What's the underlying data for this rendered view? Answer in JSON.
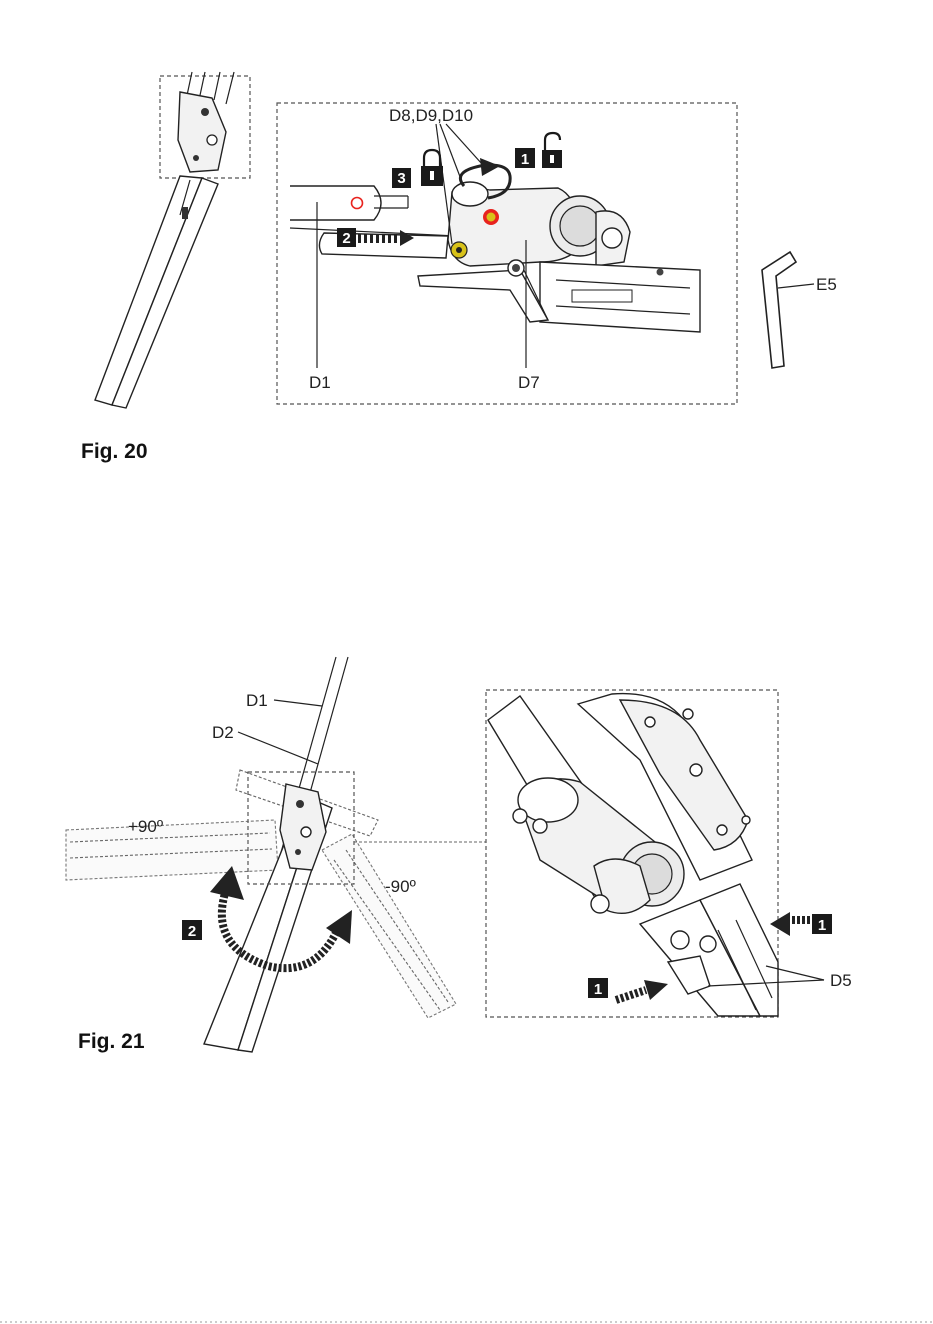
{
  "figure20": {
    "caption": "Fig. 20",
    "labels": {
      "d8_d9_d10": "D8,D9,D10",
      "d1": "D1",
      "d7": "D7",
      "e5": "E5"
    },
    "steps": {
      "step1": "1",
      "step2": "2",
      "step3": "3"
    }
  },
  "figure21": {
    "caption": "Fig. 21",
    "labels": {
      "d1": "D1",
      "d2": "D2",
      "d5": "D5",
      "plus90": "+90º",
      "minus90": "-90º"
    },
    "steps": {
      "step2": "2",
      "step1_upper": "1",
      "step1_lower": "1"
    }
  },
  "colors": {
    "red_marker": "#e8231e",
    "yellow_screw": "#d8c21a",
    "step_badge": "#1a1a1a"
  }
}
